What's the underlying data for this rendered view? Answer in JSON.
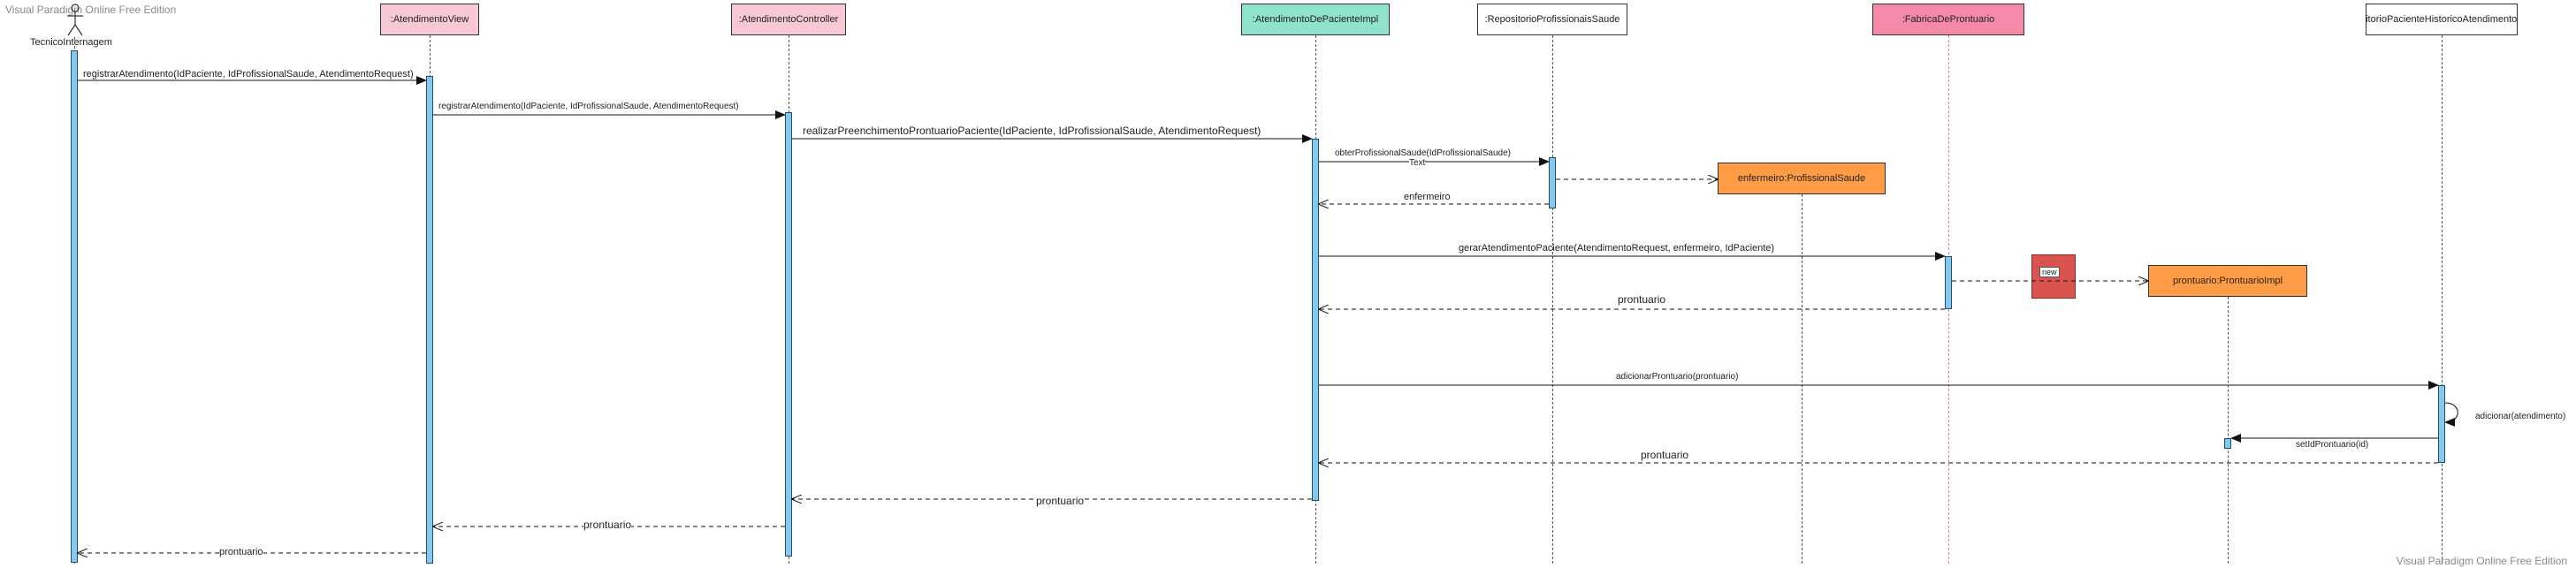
{
  "watermark": {
    "top": "Visual Paradigm Online Free Edition",
    "bottom": "Visual Paradigm Online Free Edition"
  },
  "colors": {
    "pink": "#f8c8d4",
    "pink_strong": "#f48aa8",
    "teal": "#8fe3cc",
    "orange": "#ff9c45",
    "white": "#ffffff",
    "activation": "#87c8ea",
    "new_box": "#d9534f"
  },
  "actor": {
    "name": "TecnicoInternagem",
    "icon": "stick-figure-icon"
  },
  "lifelines": [
    {
      "label": ":AtendimentoView"
    },
    {
      "label": ":AtendimentoController"
    },
    {
      "label": ":AtendimentoDePacienteImpl"
    },
    {
      "label": ":RepositorioProfissionaisSaude"
    },
    {
      "label": ":FabricaDeProntuario"
    },
    {
      "label": ":RepositorioPacienteHistoricoAtendimentoMedico"
    }
  ],
  "created_objects": [
    {
      "label": "enfermeiro:ProfissionalSaude"
    },
    {
      "label": "prontuario:ProntuarioImpl"
    }
  ],
  "messages": [
    {
      "label": "registrarAtendimento(IdPaciente, IdProfissionalSaude, AtendimentoRequest)"
    },
    {
      "label": "registrarAtendimento(IdPaciente, IdProfissionalSaude, AtendimentoRequest)"
    },
    {
      "label": "realizarPreenchimentoProntuarioPaciente(IdPaciente, IdProfissionalSaude, AtendimentoRequest)"
    },
    {
      "label": "obterProfissionalSaude(IdProfissionalSaude)"
    },
    {
      "label": "Text"
    },
    {
      "label": "enfermeiro"
    },
    {
      "label": "gerarAtendimentoPaciente(AtendimentoRequest, enfermeiro, IdPaciente)"
    },
    {
      "label": "new"
    },
    {
      "label": "prontuario"
    },
    {
      "label": "adicionarProntuario(prontuario)"
    },
    {
      "label": "adicionar(atendimento)"
    },
    {
      "label": "setIdProntuario(id)"
    },
    {
      "label": "prontuario"
    },
    {
      "label": "prontuario"
    },
    {
      "label": "prontuario"
    },
    {
      "label": "prontuario"
    }
  ]
}
